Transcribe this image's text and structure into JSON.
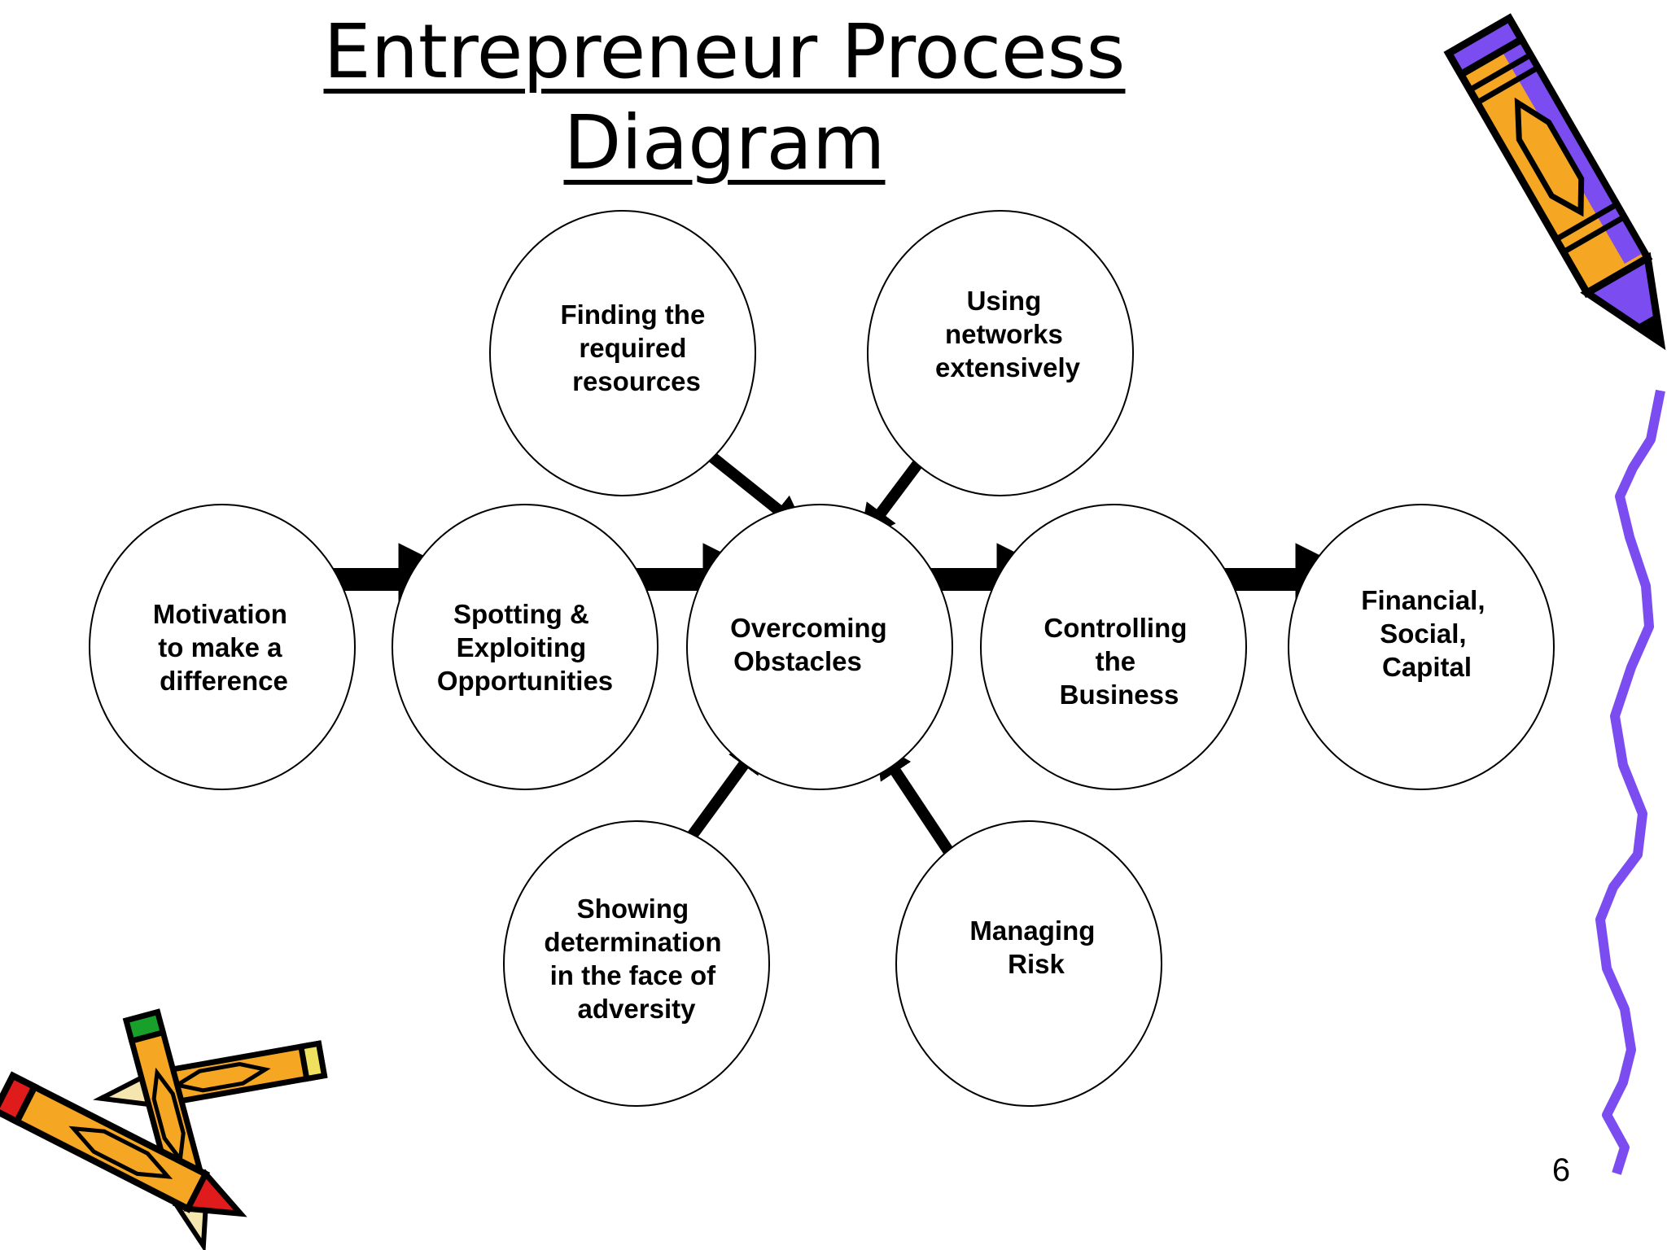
{
  "title": {
    "line1": "Entrepreneur Process",
    "line2": "Diagram"
  },
  "nodes": [
    {
      "id": "motivation",
      "lines": [
        "Motivation",
        "to make a",
        "difference"
      ]
    },
    {
      "id": "spotting",
      "lines": [
        "Spotting &",
        "Exploiting",
        "Opportunities"
      ]
    },
    {
      "id": "overcoming",
      "lines": [
        "Overcoming",
        "Obstacles"
      ]
    },
    {
      "id": "controlling",
      "lines": [
        "Controlling",
        "the",
        "Business"
      ]
    },
    {
      "id": "financial",
      "lines": [
        "Financial,",
        "Social,",
        "Capital"
      ]
    },
    {
      "id": "finding",
      "lines": [
        "Finding the",
        "required",
        "resources"
      ]
    },
    {
      "id": "networks",
      "lines": [
        "Using",
        "networks",
        "extensively"
      ]
    },
    {
      "id": "determination",
      "lines": [
        "Showing",
        "determination",
        "in the face of",
        "adversity"
      ]
    },
    {
      "id": "risk",
      "lines": [
        "Managing",
        "Risk"
      ]
    }
  ],
  "edges": [
    {
      "from": "motivation",
      "to": "spotting"
    },
    {
      "from": "spotting",
      "to": "overcoming"
    },
    {
      "from": "overcoming",
      "to": "controlling"
    },
    {
      "from": "controlling",
      "to": "financial"
    },
    {
      "from": "finding",
      "to": "overcoming"
    },
    {
      "from": "networks",
      "to": "overcoming"
    },
    {
      "from": "determination",
      "to": "overcoming"
    },
    {
      "from": "risk",
      "to": "overcoming"
    }
  ],
  "decorations": [
    "pencil-icon",
    "crossed-pencils-icon",
    "squiggle-line"
  ],
  "colors": {
    "pencil_body": "#f5a623",
    "pencil_edge": "#7b4cf0",
    "squiggle": "#7b4cf0",
    "eraser_red": "#e01b1b",
    "eraser_green": "#19a02a"
  },
  "page_number": "6"
}
